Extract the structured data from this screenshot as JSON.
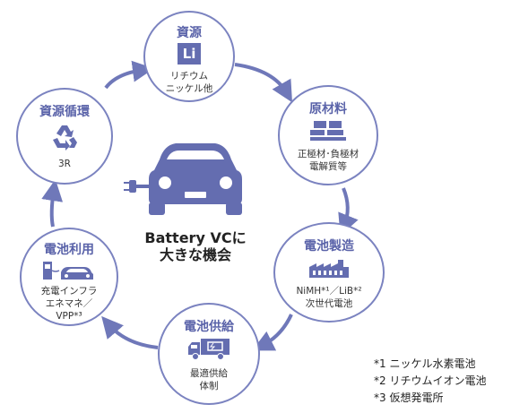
{
  "center": {
    "line1": "Battery VCに",
    "line2": "大きな機会"
  },
  "nodes": {
    "resource": {
      "title": "資源",
      "icon_label": "Li",
      "desc_line1": "リチウム",
      "desc_line2": "ニッケル他"
    },
    "materials": {
      "title": "原材料",
      "desc_line1": "正極材･負極材",
      "desc_line2": "電解質等"
    },
    "manufacturing": {
      "title": "電池製造",
      "desc_line1": "NiMH*¹／LiB*²",
      "desc_line2": "次世代電池"
    },
    "supply": {
      "title": "電池供給",
      "desc_line1": "最適供給",
      "desc_line2": "体制"
    },
    "usage": {
      "title": "電池利用",
      "desc_line1": "充電インフラ",
      "desc_line2": "エネマネ／",
      "desc_line3": "VPP*³"
    },
    "recycling": {
      "title": "資源循環",
      "desc_line1": "3R"
    }
  },
  "footnotes": [
    "*1 ニッケル水素電池",
    "*2 リチウムイオン電池",
    "*3 仮想発電所"
  ],
  "colors": {
    "accent": "#5a63a9",
    "border": "#7b83c0",
    "icon": "#646db0",
    "arrow": "#6f78b9"
  },
  "icons": [
    "lithium-icon",
    "pallet-icon",
    "factory-icon",
    "truck-icon",
    "charging-car-icon",
    "recycle-icon",
    "car-icon",
    "plug-icon"
  ]
}
